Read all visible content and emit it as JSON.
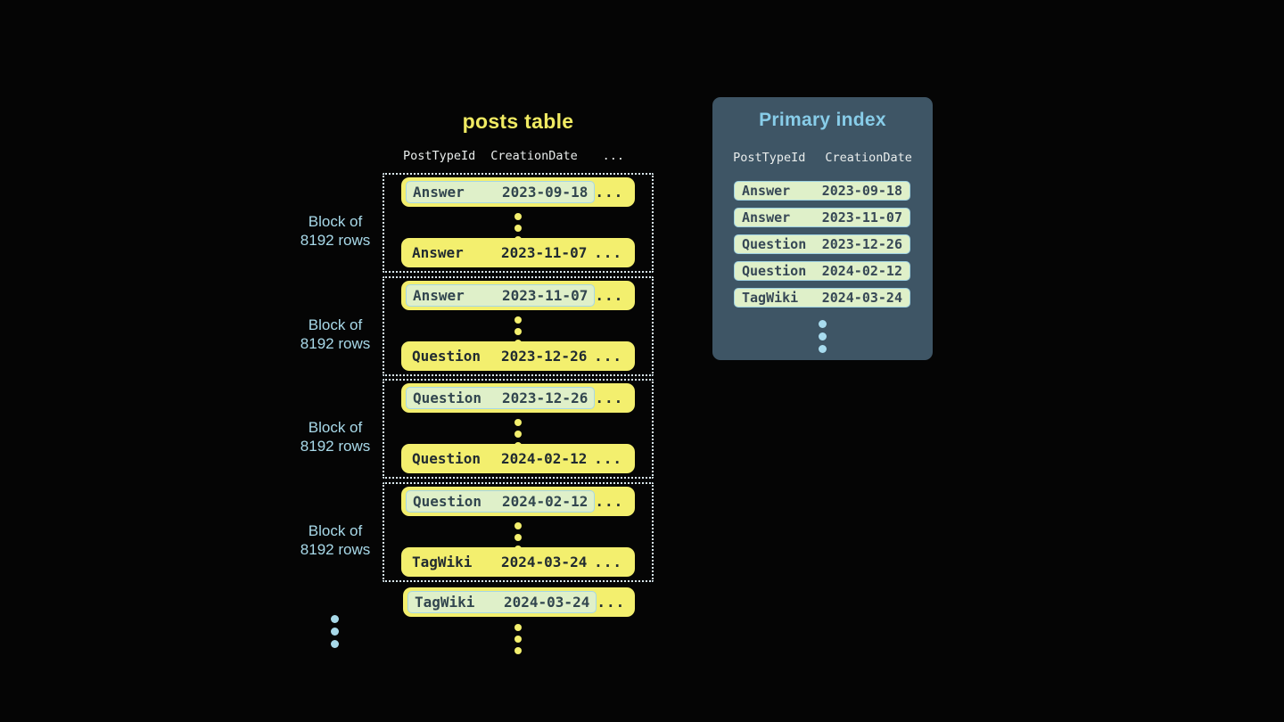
{
  "colors": {
    "background": "#050505",
    "row_yellow": "#f3ef6e",
    "row_text_dark": "#212b31",
    "highlight_bg": "#dff0c9",
    "highlight_border": "#a6d7e6",
    "highlight_text": "#32464f",
    "panel_bg": "#3e5565",
    "panel_title_blue": "#88cde9",
    "label_light_blue": "#a8d9e9",
    "header_text": "#e9edec",
    "title_yellow": "#f0ea62",
    "dotted_border": "#d9e8ee"
  },
  "posts_table": {
    "title": "posts table",
    "headers": {
      "col1": "PostTypeId",
      "col2": "CreationDate",
      "more": "..."
    },
    "block_label": {
      "line1": "Block of",
      "line2": "8192 rows"
    },
    "ellipsis": "...",
    "blocks": [
      {
        "first_row": {
          "post_type": "Answer",
          "creation_date": "2023-09-18"
        },
        "last_row": {
          "post_type": "Answer",
          "creation_date": "2023-11-07"
        }
      },
      {
        "first_row": {
          "post_type": "Answer",
          "creation_date": "2023-11-07"
        },
        "last_row": {
          "post_type": "Question",
          "creation_date": "2023-12-26"
        }
      },
      {
        "first_row": {
          "post_type": "Question",
          "creation_date": "2023-12-26"
        },
        "last_row": {
          "post_type": "Question",
          "creation_date": "2024-02-12"
        }
      },
      {
        "first_row": {
          "post_type": "Question",
          "creation_date": "2024-02-12"
        },
        "last_row": {
          "post_type": "TagWiki",
          "creation_date": "2024-03-24"
        }
      }
    ],
    "overflow_row": {
      "post_type": "TagWiki",
      "creation_date": "2024-03-24"
    }
  },
  "primary_index": {
    "title": "Primary index",
    "headers": {
      "col1": "PostTypeId",
      "col2": "CreationDate"
    },
    "rows": [
      {
        "post_type": "Answer",
        "creation_date": "2023-09-18"
      },
      {
        "post_type": "Answer",
        "creation_date": "2023-11-07"
      },
      {
        "post_type": "Question",
        "creation_date": "2023-12-26"
      },
      {
        "post_type": "Question",
        "creation_date": "2024-02-12"
      },
      {
        "post_type": "TagWiki",
        "creation_date": "2024-03-24"
      }
    ]
  }
}
